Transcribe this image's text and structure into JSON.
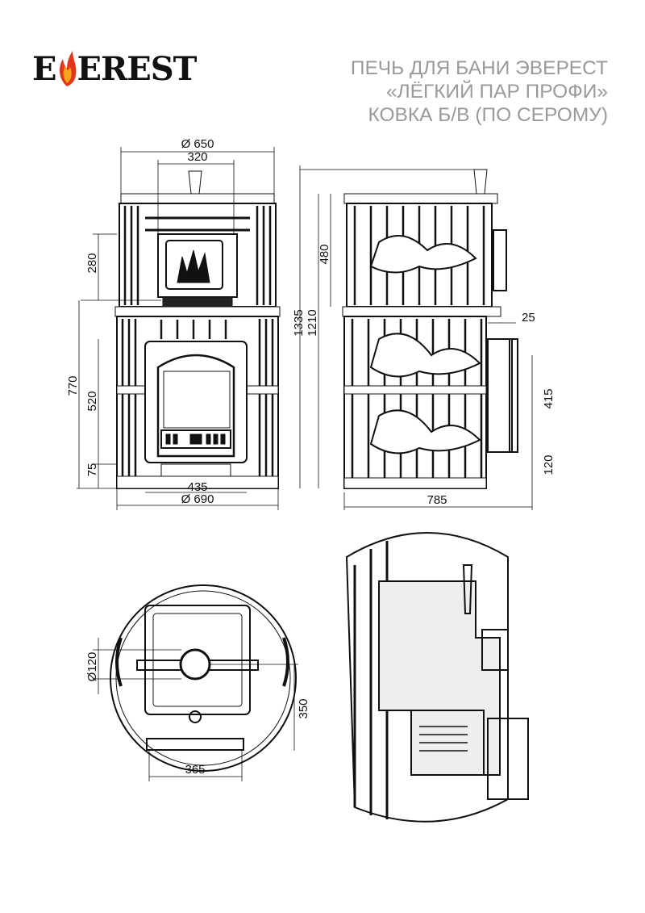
{
  "logo": {
    "text": "EVEREST",
    "prefix": "E",
    "suffix": "EREST",
    "flame_colors": [
      "#f7a51c",
      "#e2361a"
    ]
  },
  "title": {
    "line1": "ПЕЧЬ ДЛЯ БАНИ ЭВЕРЕСТ",
    "line2": "«ЛЁГКИЙ ПАР ПРОФИ»",
    "line3": "КОВКА Б/В (ПО СЕРОМУ)"
  },
  "dimensions": {
    "front": {
      "top_diameter": "Ø 650",
      "chimney_offset": "320",
      "upper_door_height": "280",
      "lower_height": "770",
      "lower_door_height": "520",
      "base_height": "75",
      "door_width": "435",
      "bottom_diameter": "Ø 690"
    },
    "side": {
      "upper_height": "480",
      "total_height": "1335",
      "body_height": "1210",
      "protrusion": "25",
      "tank_height": "415",
      "tank_base": "120",
      "depth": "785"
    },
    "top": {
      "chimney_diameter": "Ø120",
      "chimney_offset": "350",
      "door_width": "365"
    }
  }
}
